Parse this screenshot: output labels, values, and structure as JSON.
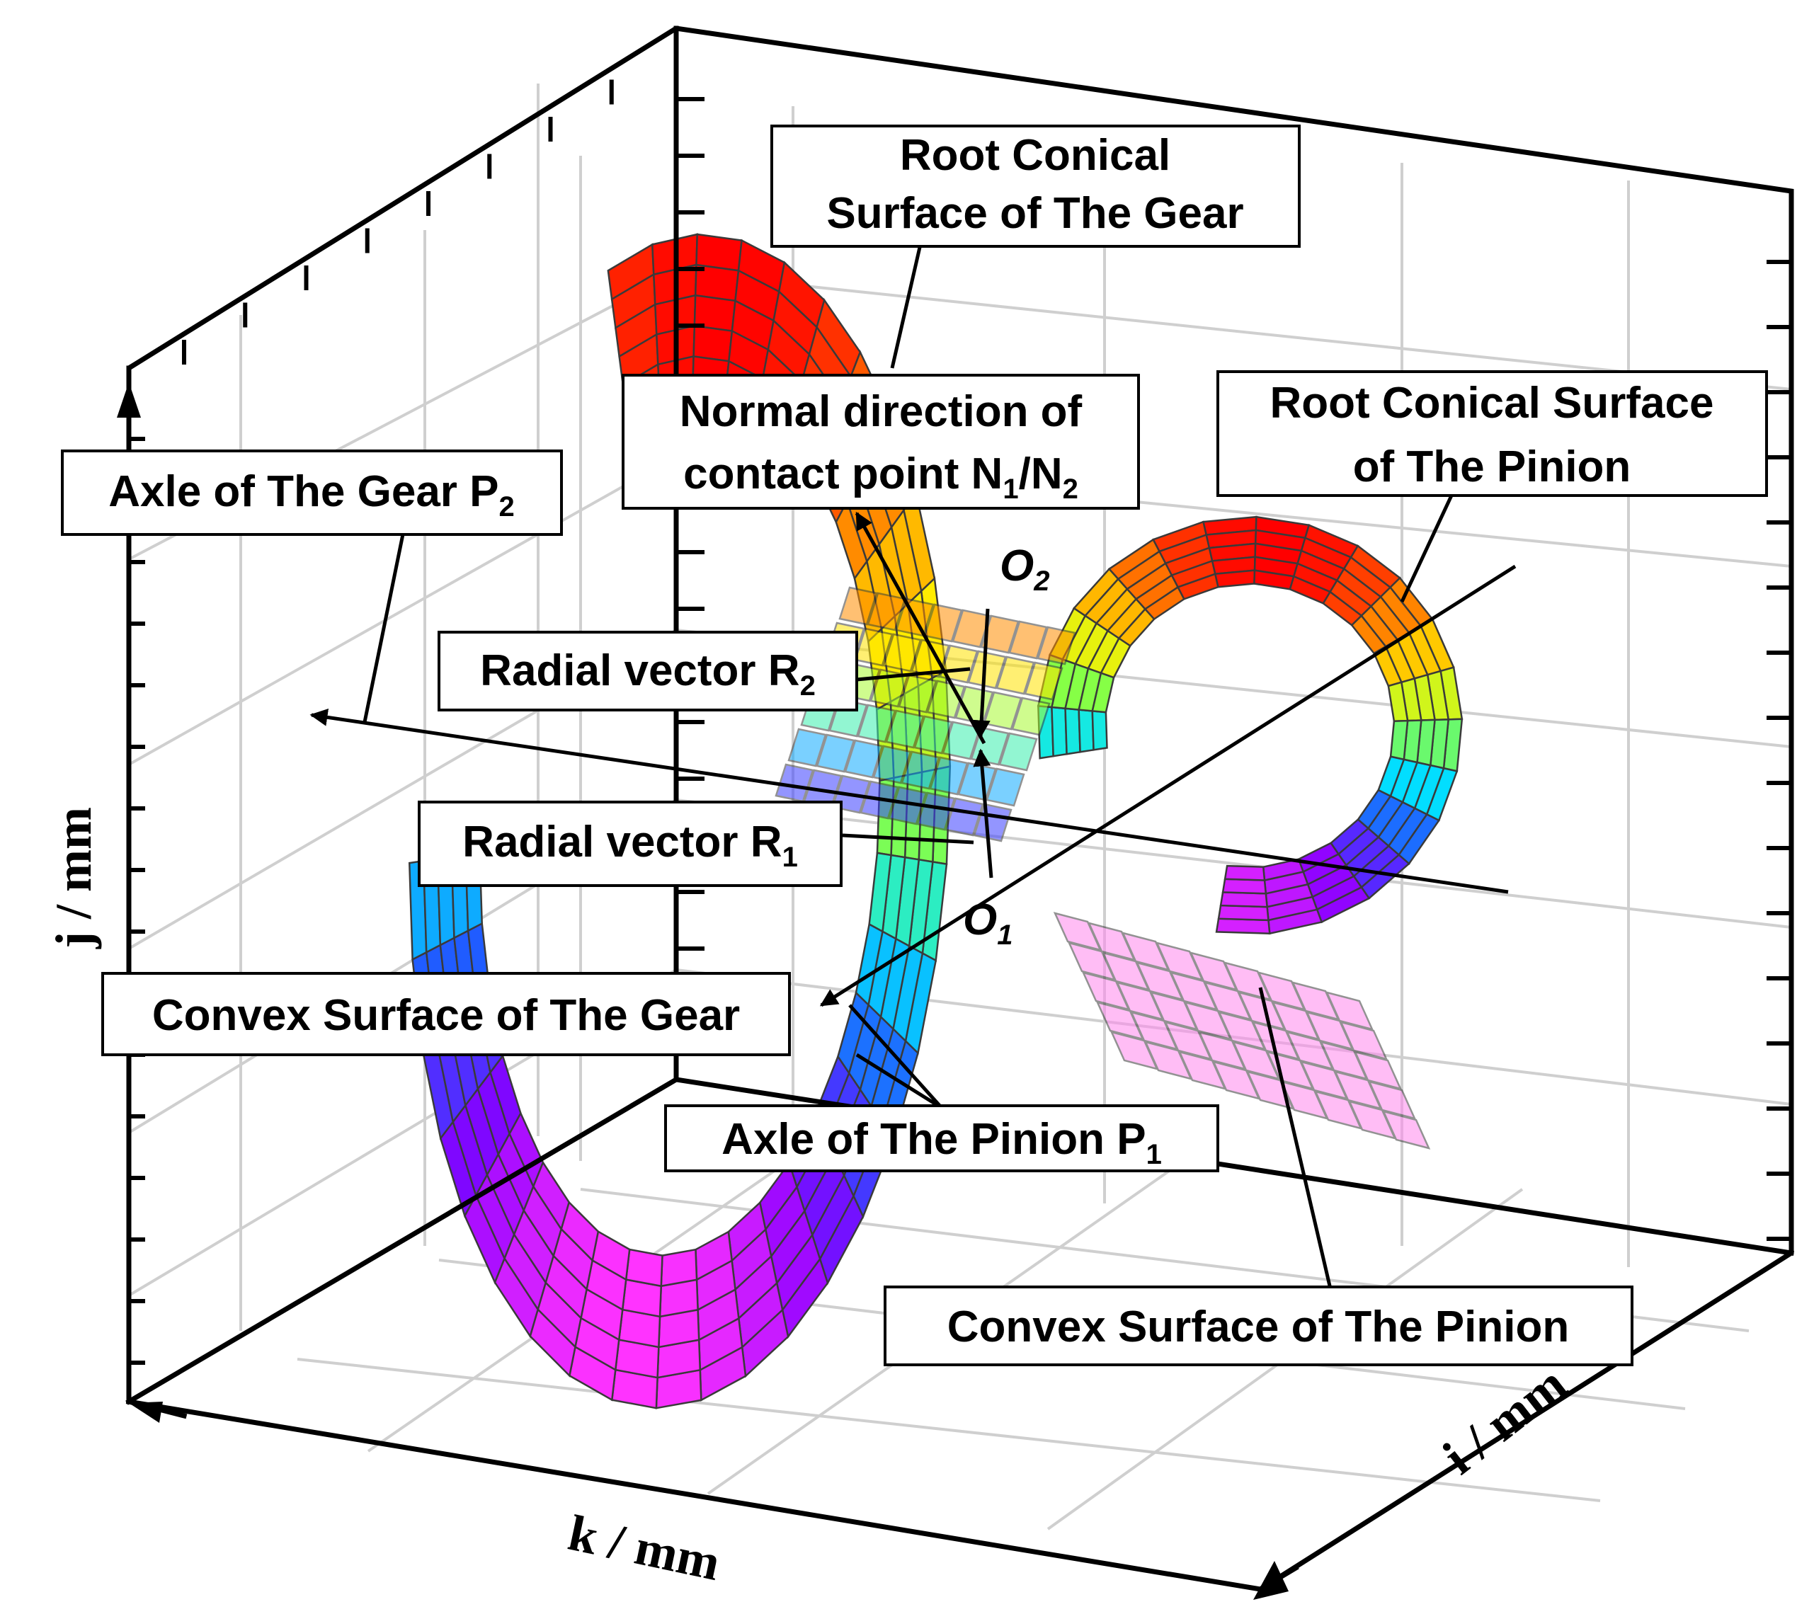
{
  "labels": {
    "root_gear": {
      "line1": "Root Conical",
      "line2": "Surface of The Gear"
    },
    "normal_dir": {
      "line1": "Normal direction of",
      "line2": "contact point N",
      "sub1": "1",
      "slash": "/N",
      "sub2": "2"
    },
    "root_pinion": {
      "line1": "Root Conical Surface",
      "line2": "of The Pinion"
    },
    "axle_gear": {
      "text": "Axle of The Gear P",
      "sub": "2"
    },
    "radial_r2": {
      "text": "Radial vector R",
      "sub": "2"
    },
    "radial_r1": {
      "text": "Radial vector R",
      "sub": "1"
    },
    "convex_gear": {
      "text": "Convex Surface of The Gear"
    },
    "axle_pinion": {
      "text": "Axle of The Pinion P",
      "sub": "1"
    },
    "convex_pinion": {
      "text": "Convex Surface of The Pinion"
    }
  },
  "points": {
    "o2": {
      "base": "O",
      "sub": "2"
    },
    "o1": {
      "base": "O",
      "sub": "1"
    }
  },
  "axes": {
    "j": "j / mm",
    "k": "k / mm",
    "i": "i / mm"
  },
  "colors": {
    "frame": "#000000",
    "grid": "#cfcfcf",
    "surface_gradient": [
      "#ff0000",
      "#ff8800",
      "#ffee00",
      "#88ff44",
      "#00e5ff",
      "#2255ff",
      "#8800ff",
      "#ff33ff"
    ]
  }
}
